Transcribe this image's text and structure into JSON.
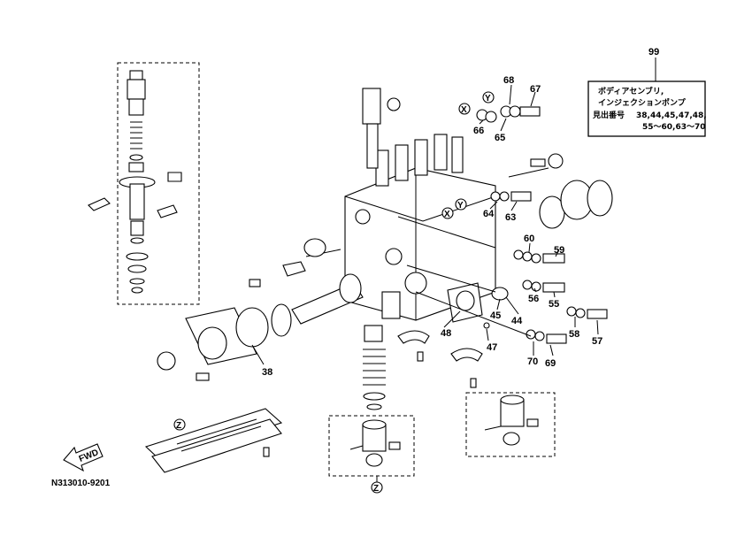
{
  "diagram_code": "N313010-9201",
  "fwd_label": "FWD",
  "info_box": {
    "ref_number": "99",
    "line1": "ボディアセンブリ,",
    "line2": "インジェクションポンプ",
    "line3_label": "見出番号",
    "line3_value": "38,44,45,47,48,",
    "line4": "55〜60,63〜70"
  },
  "markers": {
    "x": "X",
    "y": "Y",
    "z": "Z"
  },
  "callouts": [
    {
      "id": "c38",
      "text": "38"
    },
    {
      "id": "c44",
      "text": "44"
    },
    {
      "id": "c45",
      "text": "45"
    },
    {
      "id": "c47",
      "text": "47"
    },
    {
      "id": "c48",
      "text": "48"
    },
    {
      "id": "c55",
      "text": "55"
    },
    {
      "id": "c56",
      "text": "56"
    },
    {
      "id": "c57",
      "text": "57"
    },
    {
      "id": "c58",
      "text": "58"
    },
    {
      "id": "c59",
      "text": "59"
    },
    {
      "id": "c60",
      "text": "60"
    },
    {
      "id": "c63",
      "text": "63"
    },
    {
      "id": "c64",
      "text": "64"
    },
    {
      "id": "c65",
      "text": "65"
    },
    {
      "id": "c66",
      "text": "66"
    },
    {
      "id": "c67",
      "text": "67"
    },
    {
      "id": "c68",
      "text": "68"
    },
    {
      "id": "c69",
      "text": "69"
    },
    {
      "id": "c70",
      "text": "70"
    }
  ]
}
